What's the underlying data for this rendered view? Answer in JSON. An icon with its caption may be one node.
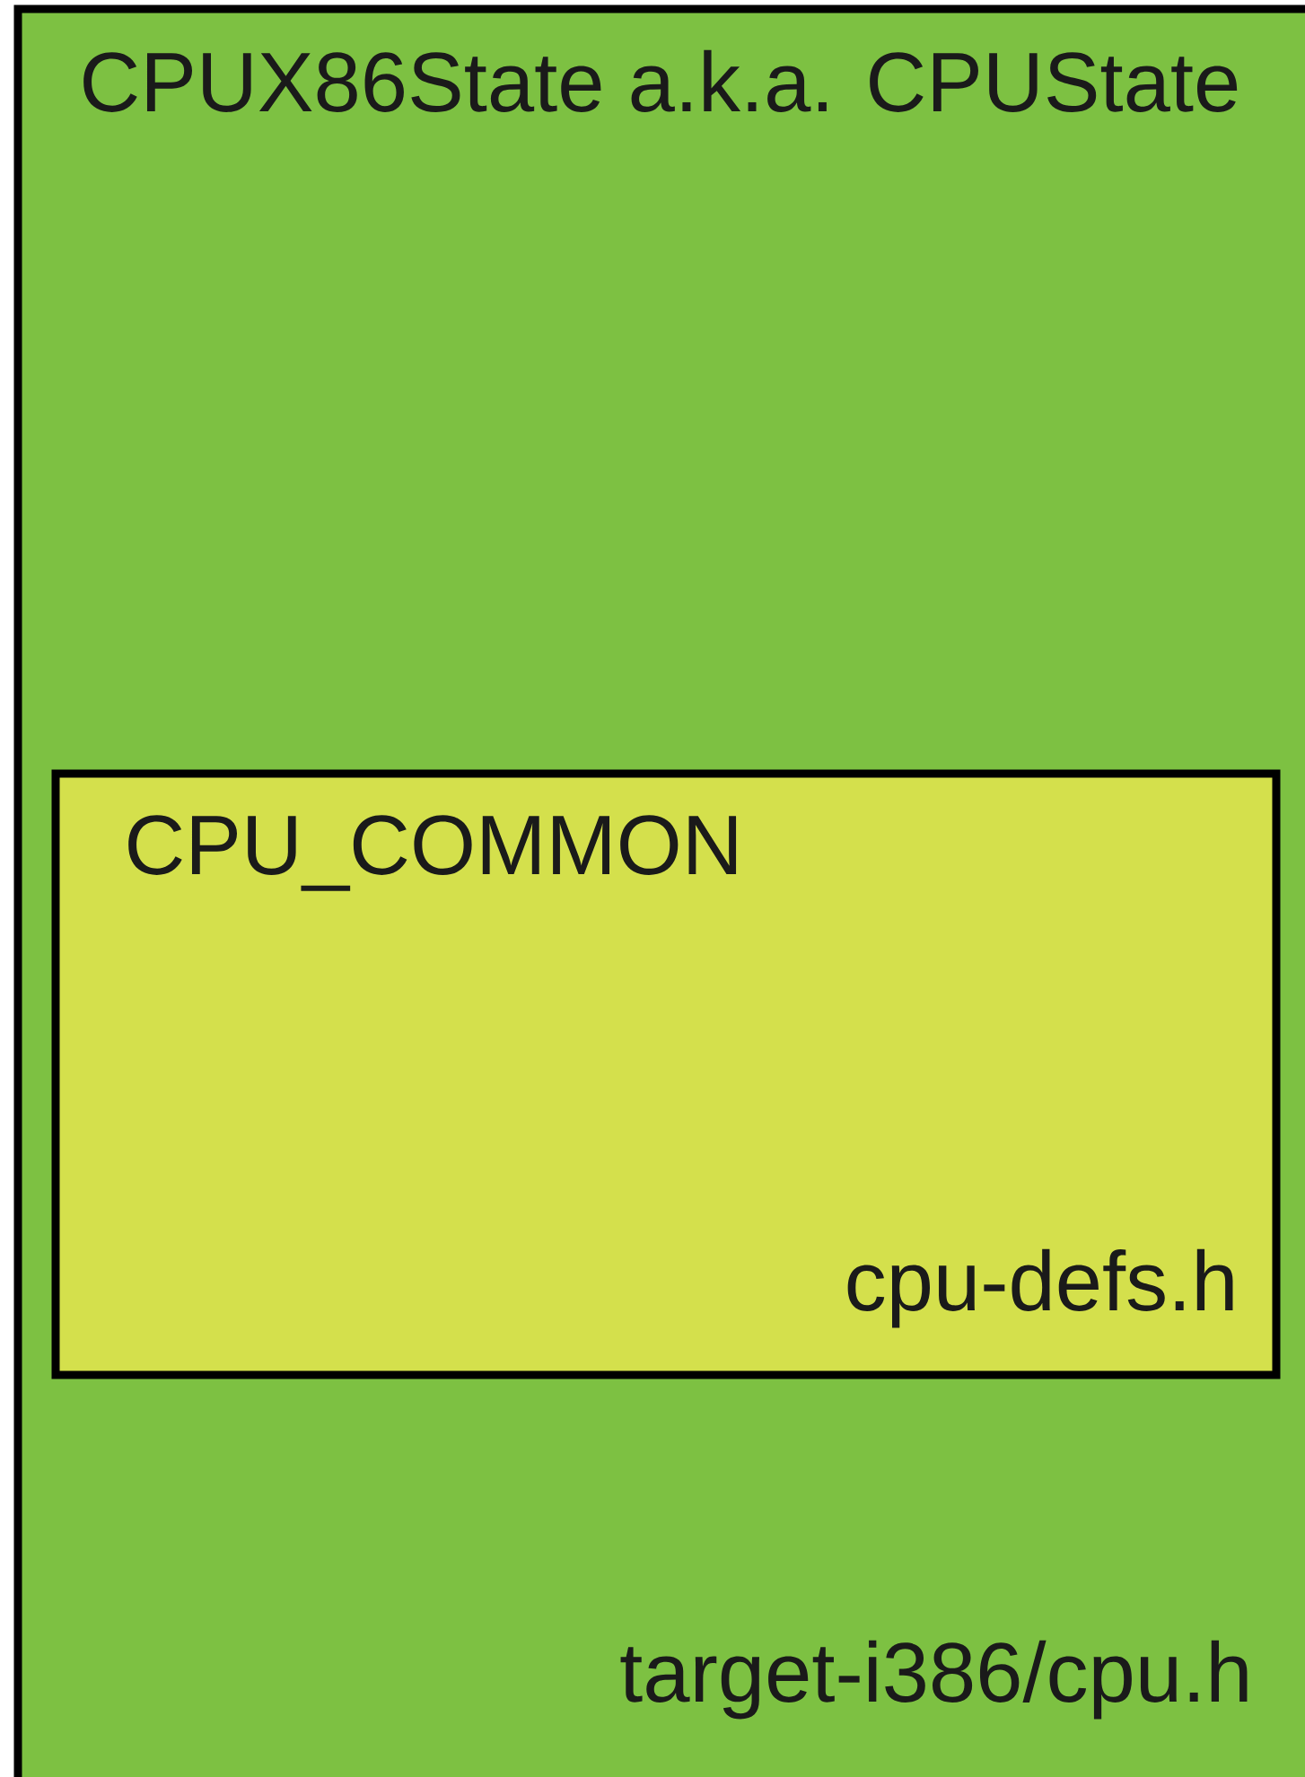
{
  "diagram": {
    "nodes": [
      {
        "text": [
          "CPUX86State a.k.a. CPUState",
          "target-i386/cpu.h"
        ]
      },
      {
        "text": [
          "CPU_COMMON",
          "cpu-defs.h"
        ],
        "in": 0
      }
    ]
  }
}
